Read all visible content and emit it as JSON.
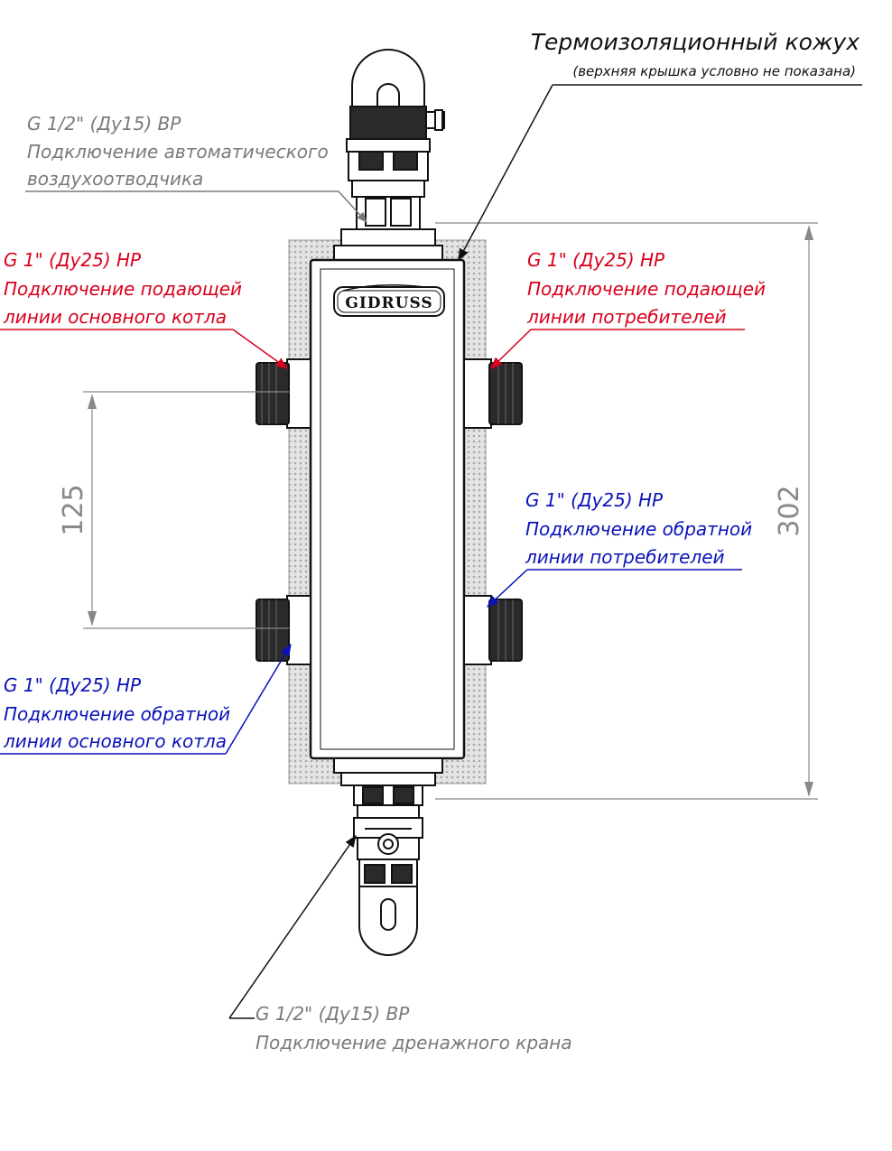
{
  "colors": {
    "red": "#d9001b",
    "blue": "#0a12b8",
    "gray": "#7a7a7a",
    "black": "#111111",
    "insulation": "#dcdcdc"
  },
  "insulation_cover": {
    "title": "Термоизоляционный кожух",
    "note": "(верхняя крышка условно не показана)"
  },
  "air_vent": {
    "thread": "G 1/2\" (Ду15) ВР",
    "line1": "Подключение автоматического",
    "line2": "воздухоотводчика"
  },
  "boiler_supply": {
    "thread": "G 1\" (Ду25) НР",
    "line1": "Подключение подающей",
    "line2": "линии основного котла"
  },
  "consumer_supply": {
    "thread": "G 1\" (Ду25) НР",
    "line1": "Подключение подающей",
    "line2": "линии потребителей"
  },
  "consumer_return": {
    "thread": "G 1\" (Ду25) НР",
    "line1": "Подключение обратной",
    "line2": "линии потребителей"
  },
  "boiler_return": {
    "thread": "G 1\" (Ду25) НР",
    "line1": "Подключение обратной",
    "line2": "линии основного котла"
  },
  "drain": {
    "thread": "G 1/2\" (Ду15) ВР",
    "line1": "Подключение дренажного крана"
  },
  "dimensions": {
    "port_spacing": "125",
    "total_height": "302"
  },
  "logo": {
    "text": "GIDRUSS"
  }
}
